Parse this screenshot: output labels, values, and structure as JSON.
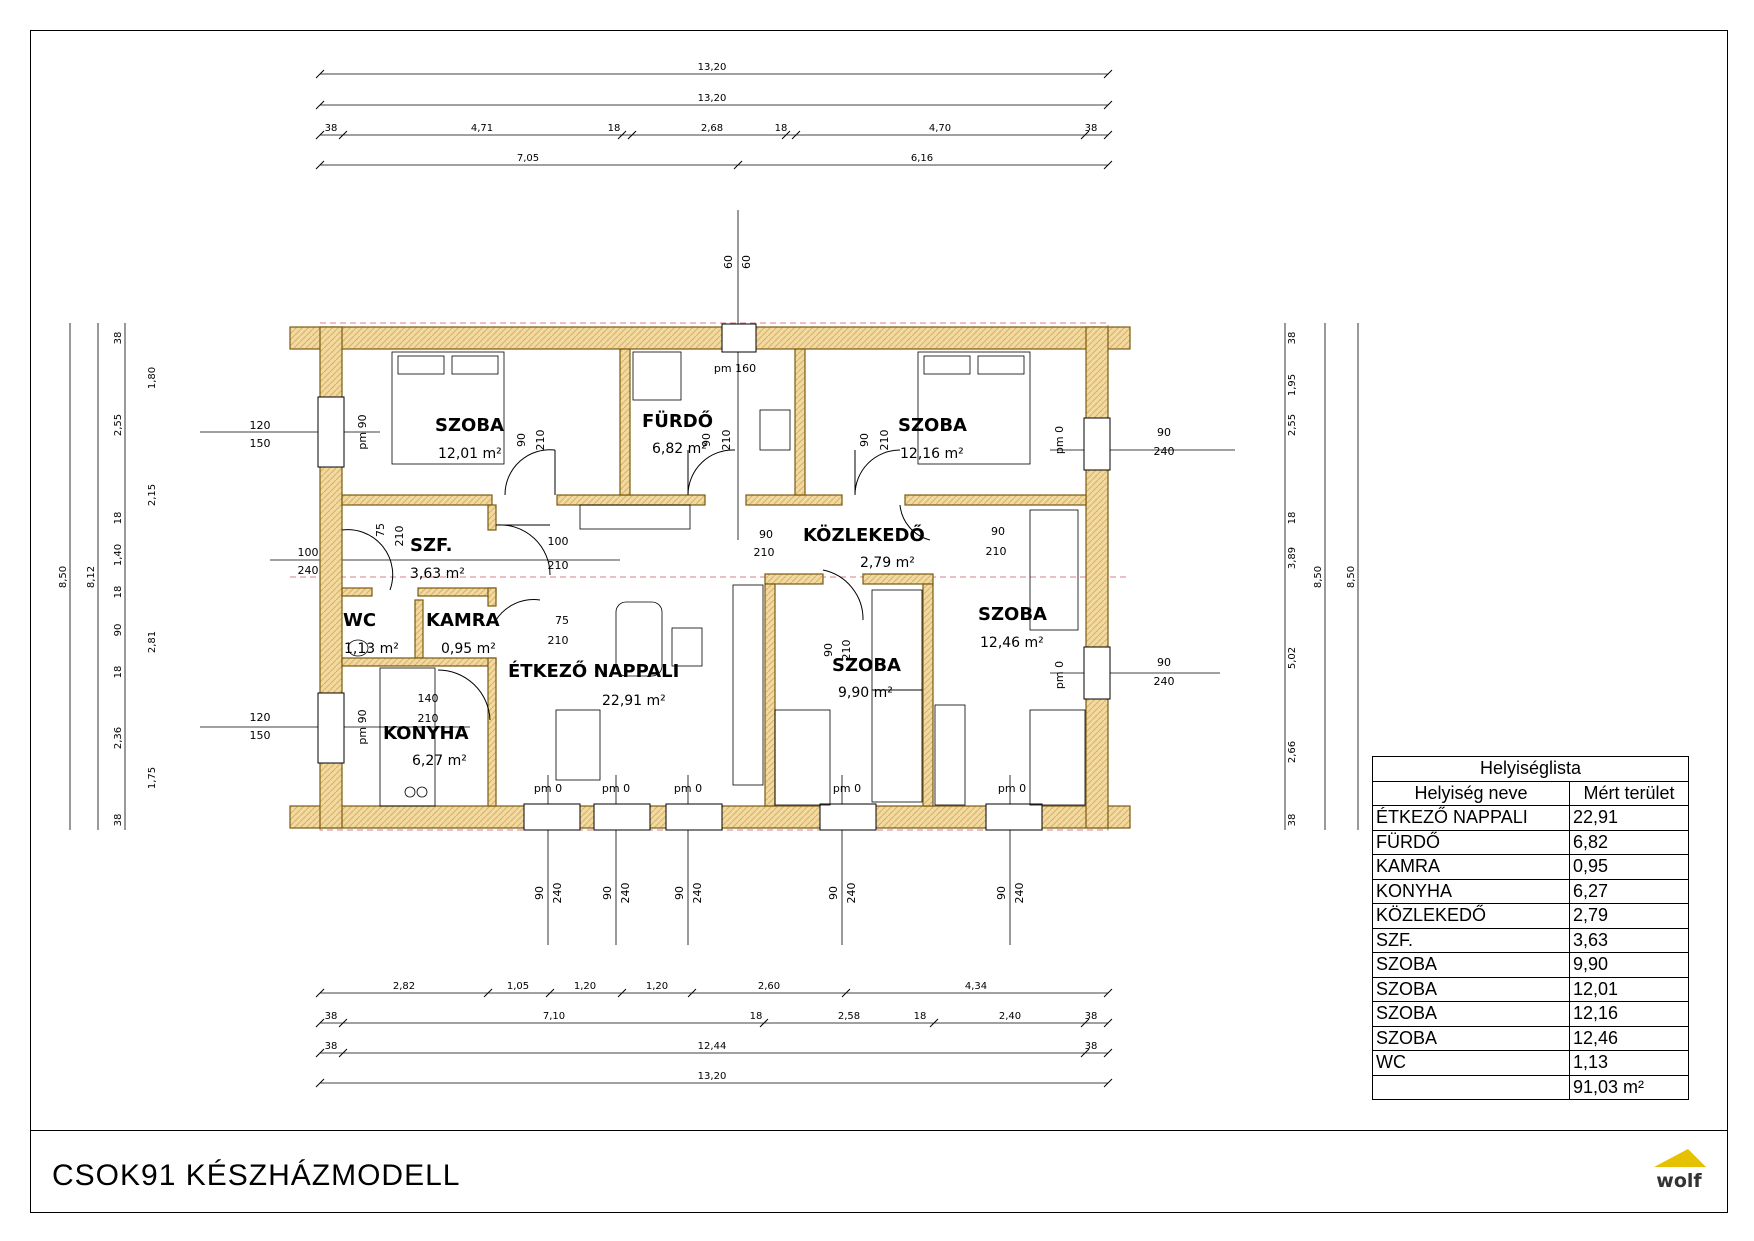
{
  "title": "CSOK91 KÉSZHÁZMODELL",
  "logo_text": "wolf",
  "colors": {
    "wall_fill": "#f2d9a0",
    "wall_stroke": "#7a5a10",
    "accent": "#e5c100"
  },
  "top_dims": {
    "row1": [
      "13,20"
    ],
    "row2": [
      "13,20"
    ],
    "row3": [
      "38",
      "4,71",
      "18",
      "2,68",
      "18",
      "4,70",
      "38"
    ],
    "row4": [
      "7,05",
      "6,16"
    ]
  },
  "bottom_dims": {
    "row1": [
      "2,82",
      "1,05",
      "1,20",
      "1,20",
      "2,60",
      "4,34"
    ],
    "row2": [
      "38",
      "7,10",
      "18",
      "2,58",
      "18",
      "2,40",
      "38"
    ],
    "row3": [
      "38",
      "12,44",
      "38"
    ],
    "row4": [
      "13,20"
    ]
  },
  "left_dims": {
    "outer": [
      "8,50"
    ],
    "mid": [
      "8,12"
    ],
    "inner": [
      "38",
      "2,55",
      "18",
      "1,40",
      "18",
      "90",
      "18",
      "2,36",
      "38"
    ],
    "window": [
      "1,80",
      "2,15",
      "2,81",
      "1,75"
    ]
  },
  "right_dims": {
    "outer": [
      "8,50"
    ],
    "mid": [
      "8,50"
    ],
    "inner": [
      "38",
      "1,95",
      "2,55",
      "18",
      "3,89",
      "5,02",
      "2,66",
      "38"
    ]
  },
  "openings": {
    "top": [
      "60",
      "60",
      "pm 160"
    ],
    "left_window_1": [
      "120",
      "150",
      "pm 90"
    ],
    "left_door": [
      "100",
      "240"
    ],
    "left_window_2": [
      "120",
      "150",
      "pm 90"
    ],
    "right_window_1": [
      "90",
      "240",
      "pm 0"
    ],
    "right_window_2": [
      "90",
      "240",
      "pm 0"
    ],
    "bottom": [
      "90",
      "240",
      "pm 0"
    ],
    "interior": [
      "90",
      "210",
      "75",
      "100",
      "140"
    ]
  },
  "rooms": [
    {
      "name": "SZOBA",
      "area": "12,01 m²"
    },
    {
      "name": "FÜRDŐ",
      "area": "6,82 m²"
    },
    {
      "name": "SZOBA",
      "area": "12,16 m²"
    },
    {
      "name": "KÖZLEKEDŐ",
      "area": "2,79 m²"
    },
    {
      "name": "SZF.",
      "area": "3,63 m²"
    },
    {
      "name": "WC",
      "area": "1,13 m²"
    },
    {
      "name": "KAMRA",
      "area": "0,95 m²"
    },
    {
      "name": "ÉTKEZŐ NAPPALI",
      "area": "22,91 m²"
    },
    {
      "name": "SZOBA",
      "area": "9,90 m²"
    },
    {
      "name": "SZOBA",
      "area": "12,46 m²"
    },
    {
      "name": "KONYHA",
      "area": "6,27 m²"
    }
  ],
  "legend": {
    "caption": "Helyiséglista",
    "col1": "Helyiség neve",
    "col2": "Mért terület",
    "rows": [
      [
        "ÉTKEZŐ NAPPALI",
        "22,91"
      ],
      [
        "FÜRDŐ",
        "6,82"
      ],
      [
        "KAMRA",
        "0,95"
      ],
      [
        "KONYHA",
        "6,27"
      ],
      [
        "KÖZLEKEDŐ",
        "2,79"
      ],
      [
        "SZF.",
        "3,63"
      ],
      [
        "SZOBA",
        "9,90"
      ],
      [
        "SZOBA",
        "12,01"
      ],
      [
        "SZOBA",
        "12,16"
      ],
      [
        "SZOBA",
        "12,46"
      ],
      [
        "WC",
        "1,13"
      ]
    ],
    "total": "91,03 m²"
  }
}
